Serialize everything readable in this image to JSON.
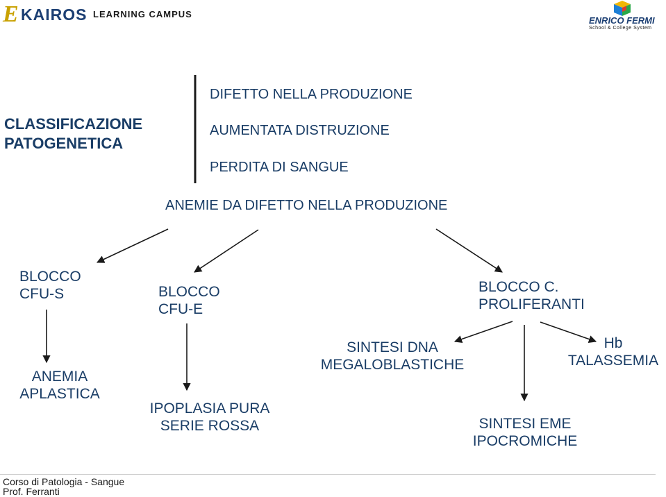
{
  "header": {
    "left_logo_initial": "E",
    "left_logo_name": "KAIROS",
    "left_logo_tagline": "LEARNING CAMPUS",
    "right_logo_name": "ENRICO FERMI",
    "right_logo_tagline": "School & College System"
  },
  "classification": {
    "title_line1": "CLASSIFICAZIONE",
    "title_line2": "PATOGENETICA",
    "items": [
      "DIFETTO NELLA PRODUZIONE",
      "AUMENTATA DISTRUZIONE",
      "PERDITA DI SANGUE"
    ]
  },
  "diagram": {
    "subtitle": "ANEMIE DA DIFETTO NELLA PRODUZIONE",
    "nodes": {
      "blocco_cfus": [
        "BLOCCO",
        "CFU-S"
      ],
      "blocco_cfue": [
        "BLOCCO",
        "CFU-E"
      ],
      "blocco_prolif": [
        "BLOCCO C.",
        "PROLIFERANTI"
      ],
      "anemia_aplastica": [
        "ANEMIA",
        "APLASTICA"
      ],
      "ipoplasia": [
        "IPOPLASIA PURA",
        "SERIE ROSSA"
      ],
      "sintesi_dna": [
        "SINTESI DNA",
        "MEGALOBLASTICHE"
      ],
      "sintesi_eme": [
        "SINTESI EME",
        "IPOCROMICHE"
      ],
      "hb_talassemia": [
        "Hb",
        "TALASSEMIA"
      ]
    }
  },
  "footer": {
    "course": "Corso di Patologia - Sangue",
    "author": "Prof. Ferranti"
  },
  "colors": {
    "text": "#1a3d66",
    "lines": "#1a1a1a",
    "brand_gold": "#c9a100",
    "brand_blue": "#1c3f73"
  }
}
